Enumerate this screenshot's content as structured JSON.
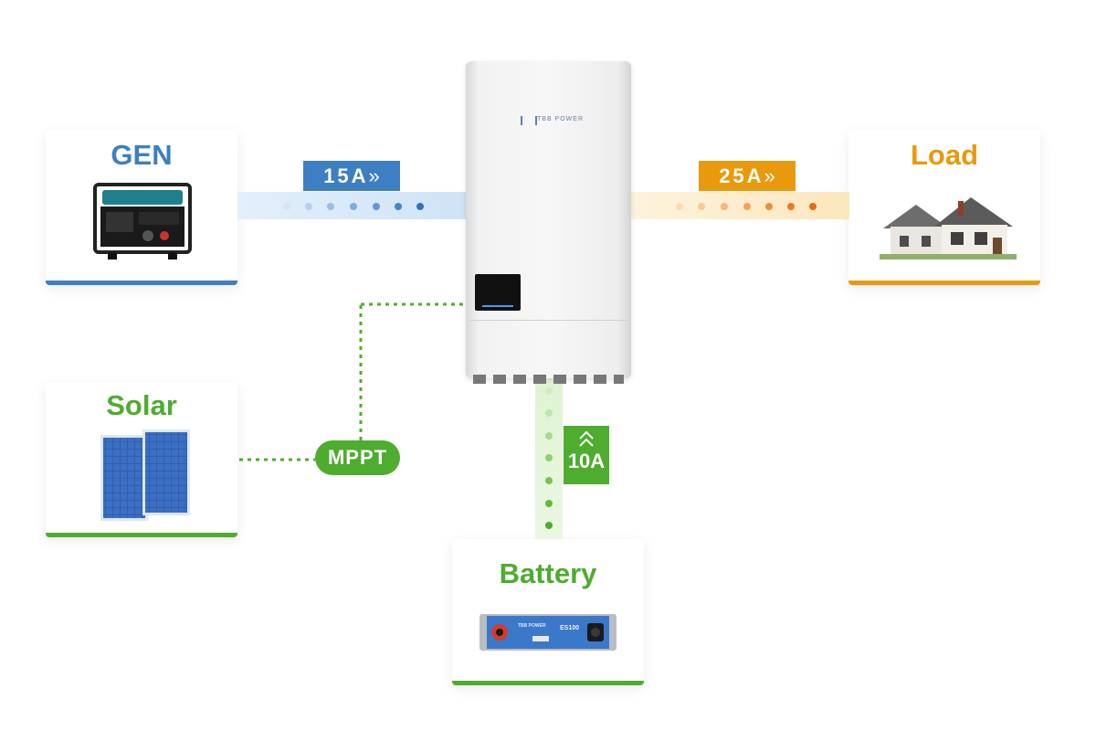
{
  "nodes": {
    "gen": {
      "label": "GEN",
      "color": "#3d7fc2"
    },
    "load": {
      "label": "Load",
      "color": "#e89a0c"
    },
    "solar": {
      "label": "Solar",
      "color": "#4eac2f"
    },
    "battery": {
      "label": "Battery",
      "color": "#4eac2f"
    }
  },
  "flows": {
    "gen_current": "15A",
    "load_current": "25A",
    "battery_current": "10A"
  },
  "mppt_label": "MPPT",
  "inverter": {
    "brand": "TBB POWER"
  },
  "battery_module": {
    "brand": "TBB POWER",
    "model": "ES100"
  }
}
